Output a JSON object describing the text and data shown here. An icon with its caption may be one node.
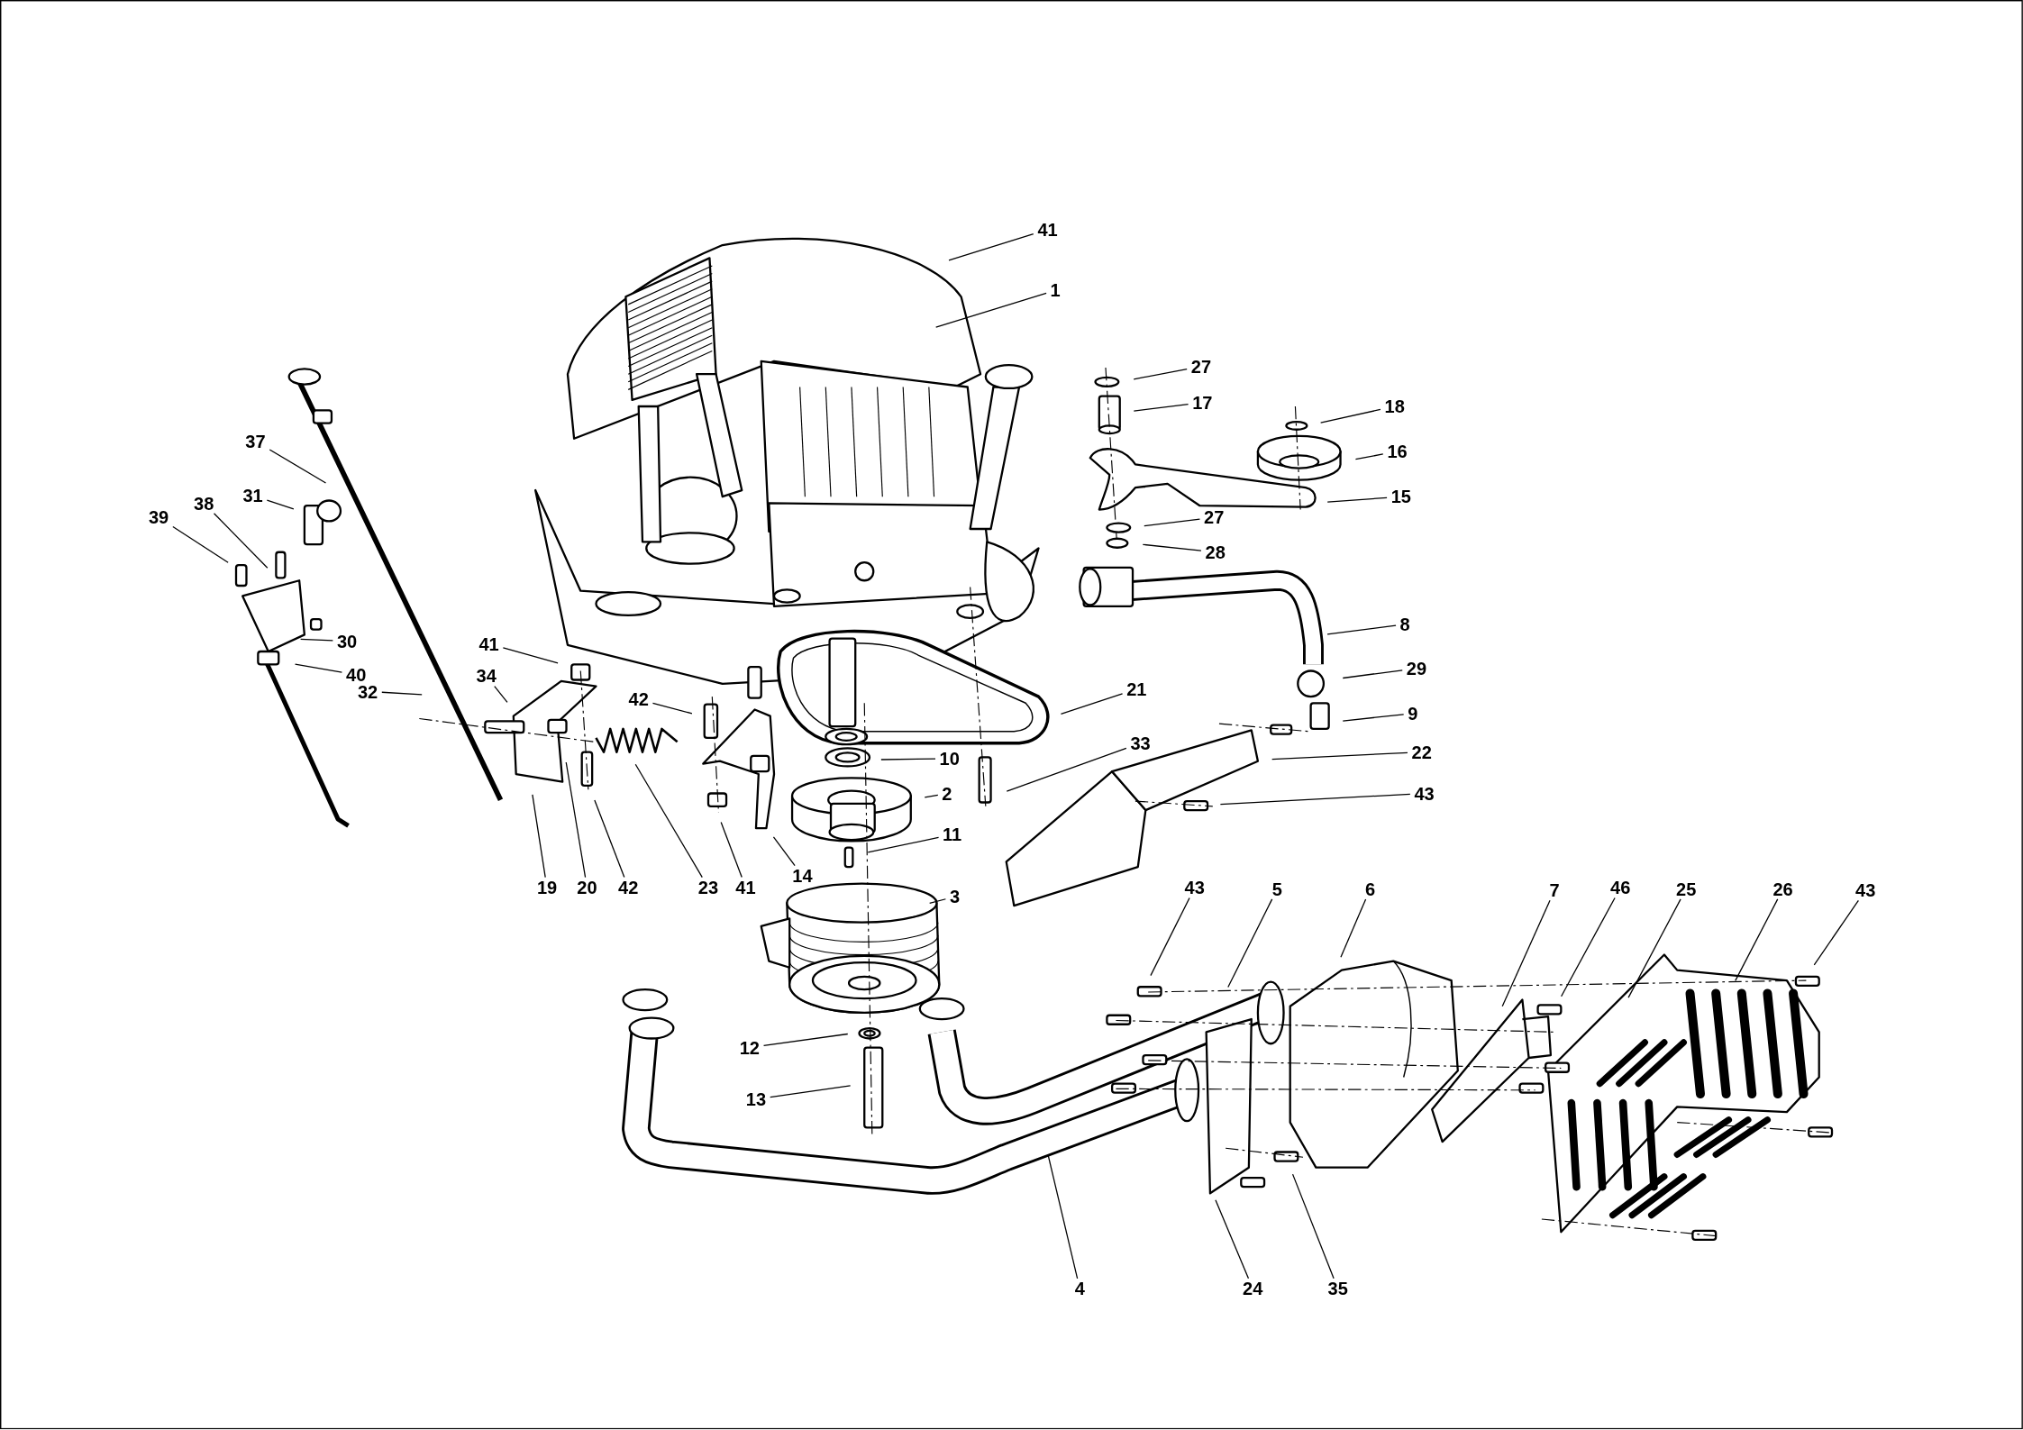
{
  "diagram": {
    "nodes": [
      {
        "text": [
          "41"
        ]
      },
      {
        "text": [
          "1"
        ]
      },
      {
        "text": [
          "27"
        ]
      },
      {
        "text": [
          "17"
        ]
      },
      {
        "text": [
          "18"
        ]
      },
      {
        "text": [
          "16"
        ]
      },
      {
        "text": [
          "15"
        ]
      },
      {
        "text": [
          "27"
        ]
      },
      {
        "text": [
          "28"
        ]
      },
      {
        "text": [
          "8"
        ]
      },
      {
        "text": [
          "29"
        ]
      },
      {
        "text": [
          "9"
        ]
      },
      {
        "text": [
          "22"
        ]
      },
      {
        "text": [
          "43"
        ]
      },
      {
        "text": [
          "21"
        ]
      },
      {
        "text": [
          "33"
        ]
      },
      {
        "text": [
          "10"
        ]
      },
      {
        "text": [
          "2"
        ]
      },
      {
        "text": [
          "11"
        ]
      },
      {
        "text": [
          "3"
        ]
      },
      {
        "text": [
          "37"
        ]
      },
      {
        "text": [
          "31"
        ]
      },
      {
        "text": [
          "39"
        ]
      },
      {
        "text": [
          "38"
        ]
      },
      {
        "text": [
          "30"
        ]
      },
      {
        "text": [
          "40"
        ]
      },
      {
        "text": [
          "32"
        ]
      },
      {
        "text": [
          "41"
        ]
      },
      {
        "text": [
          "34"
        ]
      },
      {
        "text": [
          "42"
        ]
      },
      {
        "text": [
          "19"
        ]
      },
      {
        "text": [
          "20"
        ]
      },
      {
        "text": [
          "42"
        ]
      },
      {
        "text": [
          "23"
        ]
      },
      {
        "text": [
          "41"
        ]
      },
      {
        "text": [
          "14"
        ]
      },
      {
        "text": [
          "12"
        ]
      },
      {
        "text": [
          "13"
        ]
      },
      {
        "text": [
          "4"
        ]
      },
      {
        "text": [
          "24"
        ]
      },
      {
        "text": [
          "35"
        ]
      },
      {
        "text": [
          "43"
        ]
      },
      {
        "text": [
          "5"
        ]
      },
      {
        "text": [
          "6"
        ]
      },
      {
        "text": [
          "7"
        ]
      },
      {
        "text": [
          "46"
        ]
      },
      {
        "text": [
          "25"
        ]
      },
      {
        "text": [
          "26"
        ]
      },
      {
        "text": [
          "43"
        ]
      }
    ],
    "edges": [
      {
        "from": 0,
        "to": null,
        "arrow": "none"
      },
      {
        "from": 1,
        "to": null,
        "arrow": "none"
      },
      {
        "from": 2,
        "to": null,
        "arrow": "none"
      },
      {
        "from": 3,
        "to": null,
        "arrow": "none"
      },
      {
        "from": 4,
        "to": null,
        "arrow": "none"
      },
      {
        "from": 5,
        "to": null,
        "arrow": "none"
      },
      {
        "from": 6,
        "to": null,
        "arrow": "none"
      },
      {
        "from": 7,
        "to": null,
        "arrow": "none"
      },
      {
        "from": 8,
        "to": null,
        "arrow": "none"
      },
      {
        "from": 9,
        "to": null,
        "arrow": "none"
      },
      {
        "from": 10,
        "to": null,
        "arrow": "none"
      },
      {
        "from": 11,
        "to": null,
        "arrow": "none"
      },
      {
        "from": 12,
        "to": null,
        "arrow": "none"
      },
      {
        "from": 13,
        "to": null,
        "arrow": "none"
      },
      {
        "from": 14,
        "to": null,
        "arrow": "none"
      },
      {
        "from": 15,
        "to": null,
        "arrow": "none"
      },
      {
        "from": 16,
        "to": null,
        "arrow": "none"
      },
      {
        "from": 17,
        "to": null,
        "arrow": "none"
      },
      {
        "from": 18,
        "to": null,
        "arrow": "none"
      },
      {
        "from": 19,
        "to": null,
        "arrow": "none"
      },
      {
        "from": 20,
        "to": null,
        "arrow": "none"
      },
      {
        "from": 21,
        "to": null,
        "arrow": "none"
      },
      {
        "from": 22,
        "to": null,
        "arrow": "none"
      },
      {
        "from": 23,
        "to": null,
        "arrow": "none"
      },
      {
        "from": 24,
        "to": null,
        "arrow": "none"
      },
      {
        "from": 25,
        "to": null,
        "arrow": "none"
      },
      {
        "from": 26,
        "to": null,
        "arrow": "none"
      },
      {
        "from": 27,
        "to": null,
        "arrow": "none"
      },
      {
        "from": 28,
        "to": null,
        "arrow": "none"
      },
      {
        "from": 29,
        "to": null,
        "arrow": "none"
      },
      {
        "from": 30,
        "to": null,
        "arrow": "none"
      },
      {
        "from": 31,
        "to": null,
        "arrow": "none"
      },
      {
        "from": 32,
        "to": null,
        "arrow": "none"
      },
      {
        "from": 33,
        "to": null,
        "arrow": "none"
      },
      {
        "from": 34,
        "to": null,
        "arrow": "none"
      },
      {
        "from": 35,
        "to": null,
        "arrow": "none"
      },
      {
        "from": 36,
        "to": null,
        "arrow": "none"
      },
      {
        "from": 37,
        "to": null,
        "arrow": "none"
      },
      {
        "from": 38,
        "to": null,
        "arrow": "none"
      },
      {
        "from": 39,
        "to": null,
        "arrow": "none"
      },
      {
        "from": 40,
        "to": null,
        "arrow": "none"
      },
      {
        "from": 41,
        "to": null,
        "arrow": "none"
      },
      {
        "from": 42,
        "to": null,
        "arrow": "none"
      },
      {
        "from": 43,
        "to": null,
        "arrow": "none"
      },
      {
        "from": 44,
        "to": null,
        "arrow": "none"
      },
      {
        "from": 45,
        "to": null,
        "arrow": "none"
      },
      {
        "from": 46,
        "to": null,
        "arrow": "none"
      },
      {
        "from": 47,
        "to": null,
        "arrow": "none"
      },
      {
        "from": 48,
        "to": null,
        "arrow": "none"
      }
    ]
  }
}
